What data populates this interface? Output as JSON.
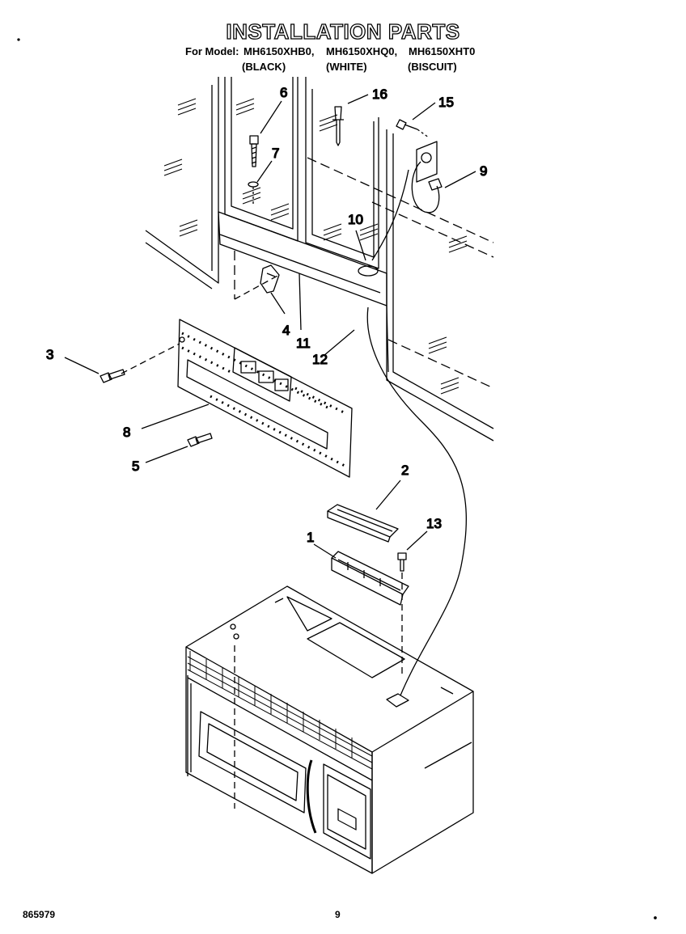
{
  "header": {
    "title": "INSTALLATION PARTS",
    "model_prefix": "For Model:",
    "models": [
      "MH6150XHB0,",
      "MH6150XHQ0,",
      "MH6150XHT0"
    ],
    "colors": [
      "(BLACK)",
      "(WHITE)",
      "(BISCUIT)"
    ]
  },
  "callouts": [
    "6",
    "16",
    "15",
    "7",
    "9",
    "10",
    "4",
    "11",
    "12",
    "3",
    "8",
    "5",
    "2",
    "13",
    "1"
  ],
  "footer": {
    "doc_number": "865979",
    "page_number": "9"
  }
}
